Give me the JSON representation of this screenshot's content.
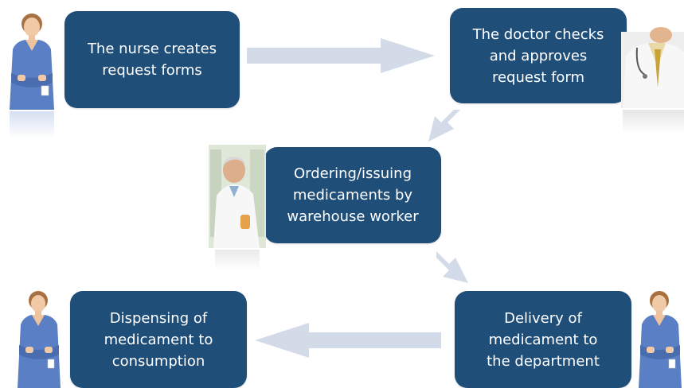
{
  "steps": {
    "nurse_creates": {
      "lines": [
        "The nurse creates",
        "request forms"
      ]
    },
    "doctor_approves": {
      "lines": [
        "The doctor checks",
        "and approves",
        "request form"
      ]
    },
    "warehouse_order": {
      "lines": [
        "Ordering/issuing",
        "medicaments by",
        "warehouse worker"
      ]
    },
    "delivery": {
      "lines": [
        "Delivery of",
        "medicament to",
        "the department"
      ]
    },
    "dispensing": {
      "lines": [
        "Dispensing of",
        "medicament to",
        "consumption"
      ]
    }
  },
  "colors": {
    "box_fill": "#1f4e79",
    "box_text": "#ffffff",
    "arrow_fill": "#d3dbe8",
    "nurse_uniform": "#5b7fc4",
    "doctor_coat": "#f4f4f4"
  },
  "icons": {
    "nurse": "nurse-photo-icon",
    "doctor": "doctor-photo-icon",
    "pharmacist": "pharmacist-photo-icon"
  }
}
